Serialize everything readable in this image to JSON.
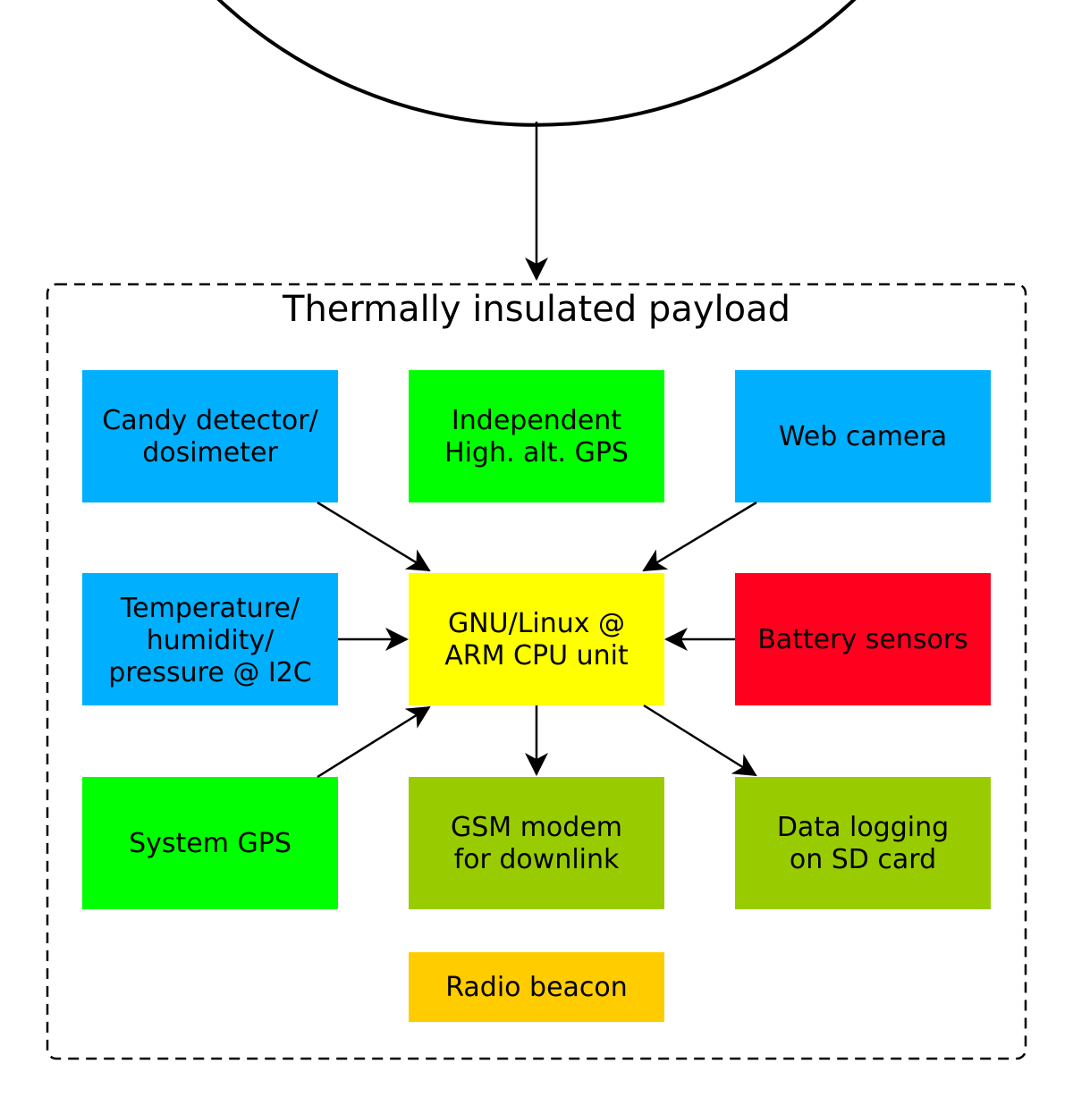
{
  "diagram": {
    "container": {
      "title": "Thermally insulated payload"
    },
    "colors": {
      "sensor_blue": "#00b0ff",
      "gps_green": "#00ff00",
      "cpu_yellow": "#ffff00",
      "battery_red": "#ff001f",
      "output_olive": "#99cc00",
      "beacon_orange": "#ffcc00",
      "line_black": "#000000"
    },
    "nodes": {
      "candy_detector": {
        "line1": "Candy detector/",
        "line2": "dosimeter"
      },
      "independent_gps": {
        "line1": "Independent",
        "line2": "High. alt. GPS"
      },
      "web_camera": {
        "label": "Web camera"
      },
      "temperature_sensor": {
        "line1": "Temperature/",
        "line2": "humidity/",
        "line3": "pressure @ I2C"
      },
      "cpu_unit": {
        "line1": "GNU/Linux @",
        "line2": "ARM CPU unit"
      },
      "battery_sensors": {
        "label": "Battery sensors"
      },
      "system_gps": {
        "label": "System GPS"
      },
      "gsm_modem": {
        "line1": "GSM modem",
        "line2": "for downlink"
      },
      "data_logging": {
        "line1": "Data logging",
        "line2": "on SD card"
      },
      "radio_beacon": {
        "label": "Radio beacon"
      }
    },
    "edges": [
      {
        "from": "balloon",
        "to": "container"
      },
      {
        "from": "candy_detector",
        "to": "cpu_unit"
      },
      {
        "from": "web_camera",
        "to": "cpu_unit"
      },
      {
        "from": "temperature_sensor",
        "to": "cpu_unit"
      },
      {
        "from": "battery_sensors",
        "to": "cpu_unit"
      },
      {
        "from": "system_gps",
        "to": "cpu_unit"
      },
      {
        "from": "cpu_unit",
        "to": "gsm_modem"
      },
      {
        "from": "cpu_unit",
        "to": "data_logging"
      }
    ]
  }
}
